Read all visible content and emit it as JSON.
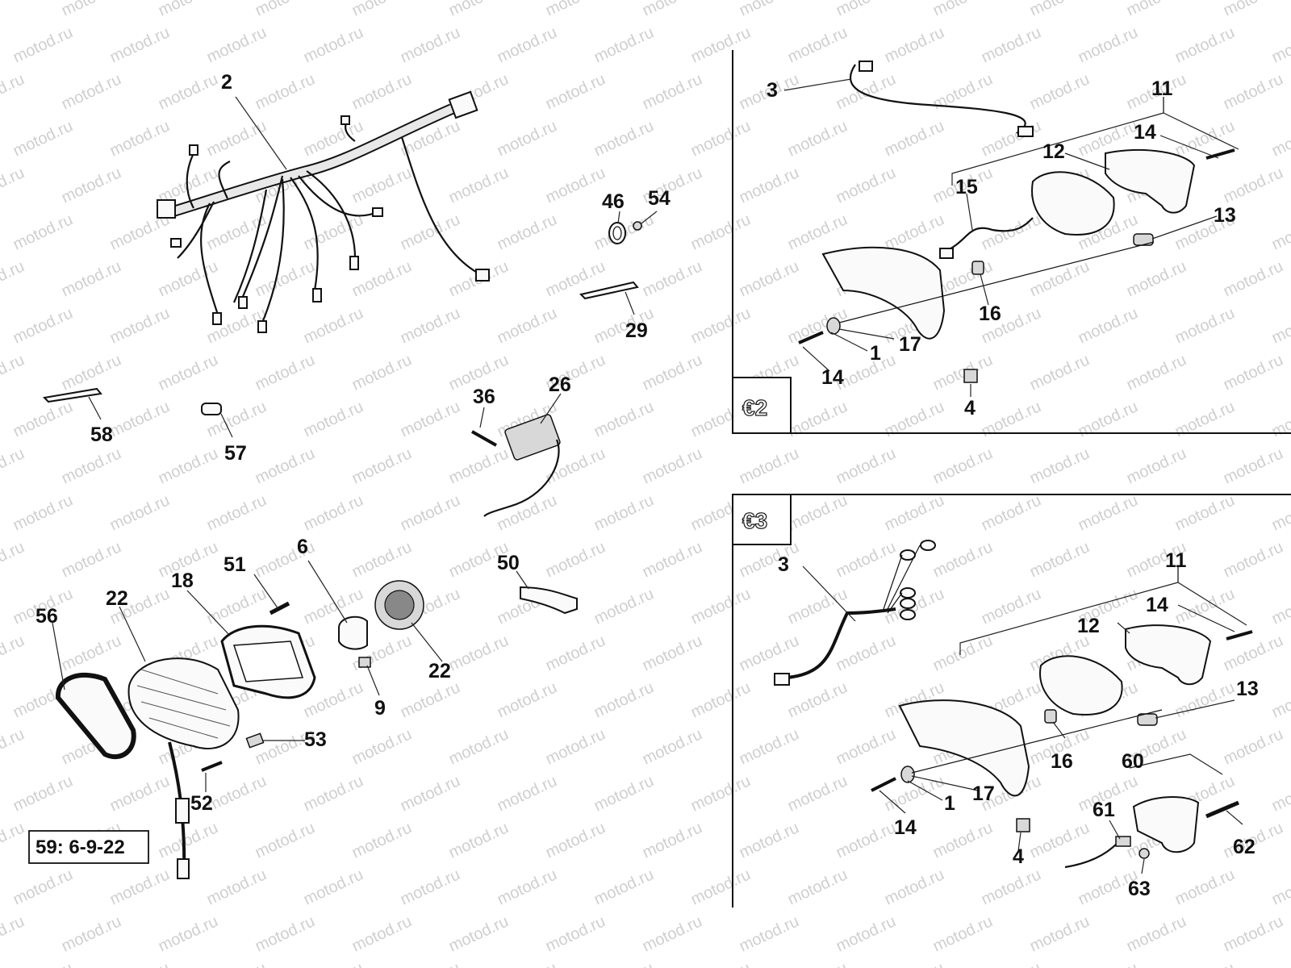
{
  "watermark": "motod.ru",
  "panels": {
    "e2": {
      "badge": "€2"
    },
    "e3": {
      "badge": "€3"
    }
  },
  "note": "59: 6-9-22",
  "callouts": {
    "n2": "2",
    "n46": "46",
    "n54": "54",
    "n29": "29",
    "n58": "58",
    "n57": "57",
    "n36": "36",
    "n26": "26",
    "n6": "6",
    "n51": "51",
    "n18": "18",
    "n22a": "22",
    "n56": "56",
    "n22b": "22",
    "n50": "50",
    "n9": "9",
    "n53": "53",
    "n52": "52",
    "e2_3": "3",
    "e2_11": "11",
    "e2_14a": "14",
    "e2_12": "12",
    "e2_15": "15",
    "e2_13": "13",
    "e2_16": "16",
    "e2_17": "17",
    "e2_1": "1",
    "e2_14b": "14",
    "e2_4": "4",
    "e3_3": "3",
    "e3_11": "11",
    "e3_14a": "14",
    "e3_12": "12",
    "e3_13": "13",
    "e3_16": "16",
    "e3_60": "60",
    "e3_17": "17",
    "e3_1": "1",
    "e3_14b": "14",
    "e3_61": "61",
    "e3_4": "4",
    "e3_62": "62",
    "e3_63": "63"
  }
}
